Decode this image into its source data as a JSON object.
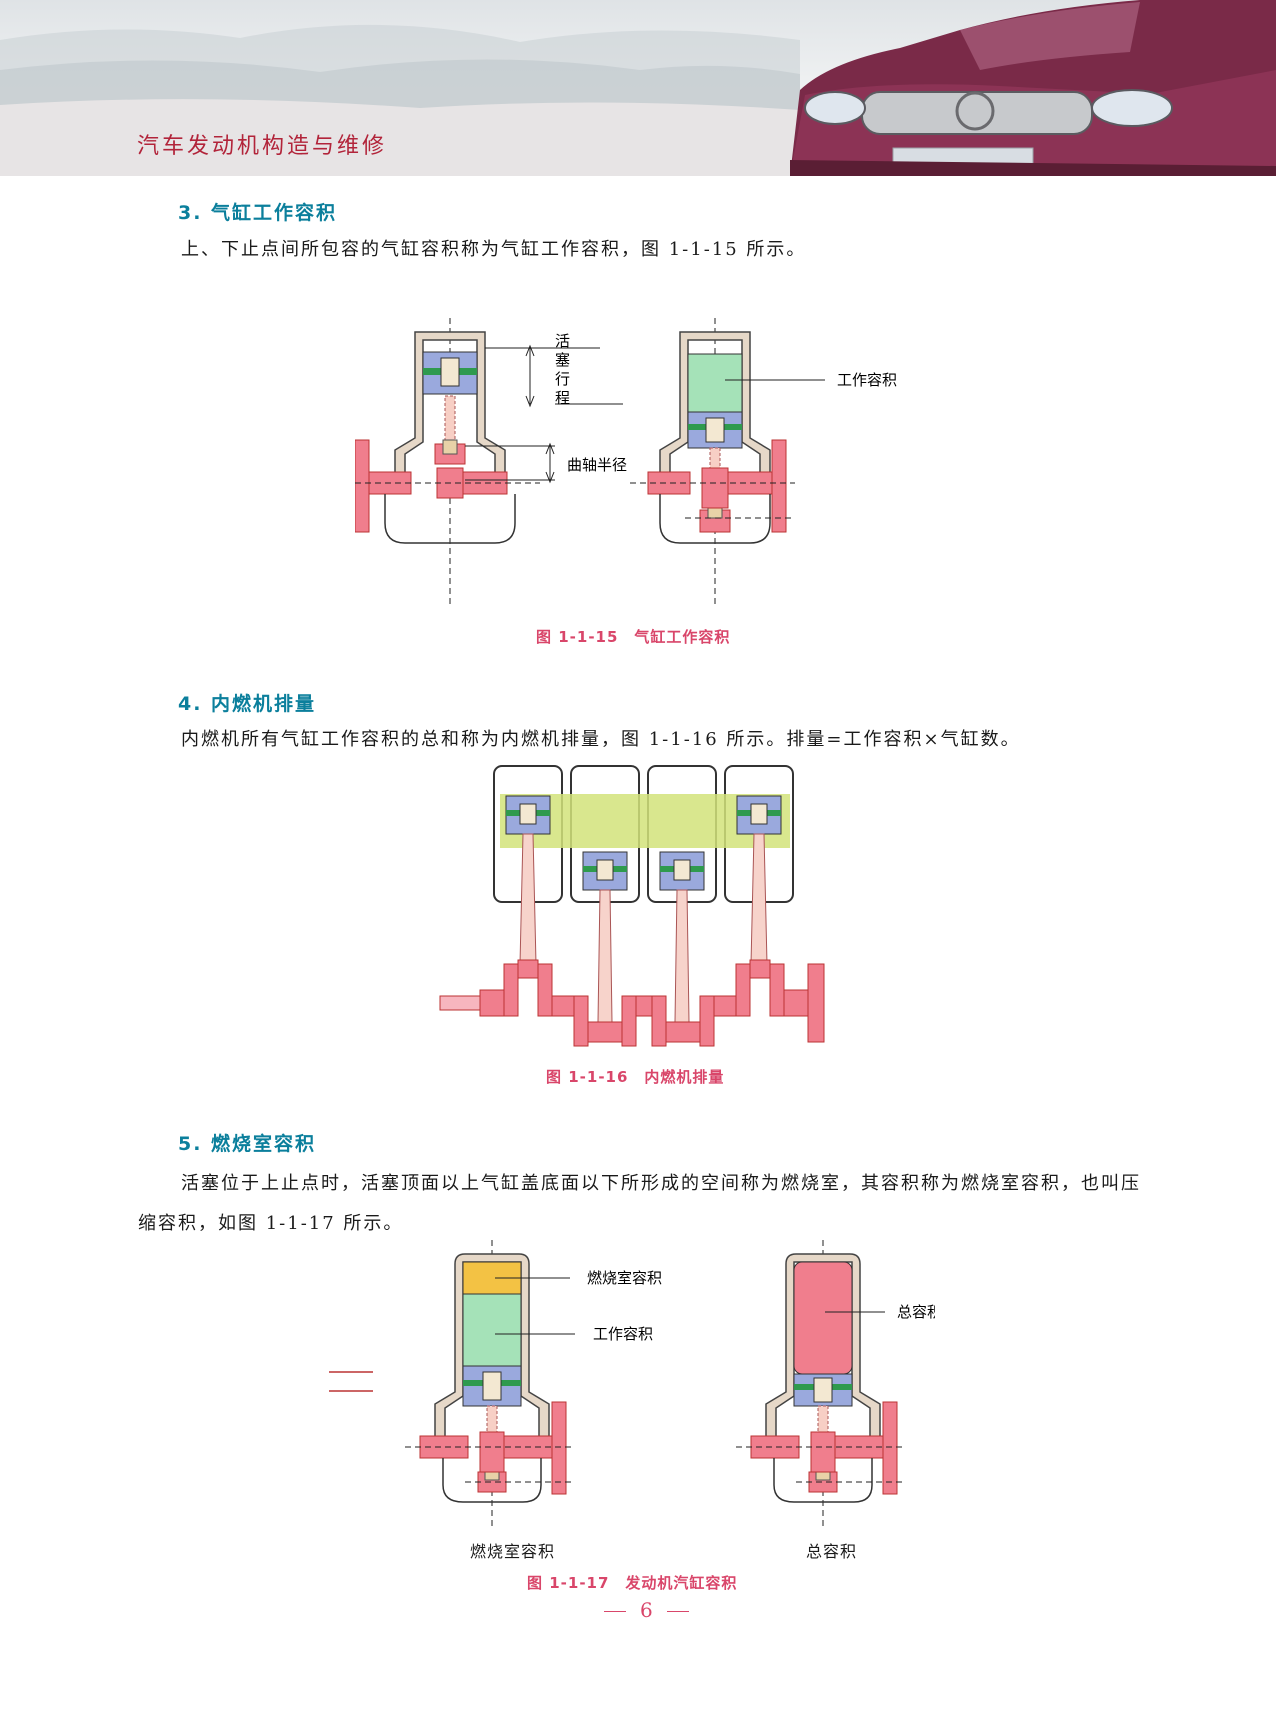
{
  "header": {
    "book_title": "汽车发动机构造与维修"
  },
  "sections": [
    {
      "title": "3. 气缸工作容积",
      "text": "上、下止点间所包容的气缸容积称为气缸工作容积，图 1-1-15 所示。"
    },
    {
      "title": "4. 内燃机排量",
      "text": "内燃机所有气缸工作容积的总和称为内燃机排量，图 1-1-16 所示。排量=工作容积×气缸数。"
    },
    {
      "title": "5. 燃烧室容积",
      "text": "活塞位于上止点时，活塞顶面以上气缸盖底面以下所形成的空间称为燃烧室，其容积称为燃烧室容积，也叫压缩容积，如图 1-1-17 所示。"
    }
  ],
  "figures": {
    "fig15": {
      "label_stroke": [
        "活",
        "塞",
        "行",
        "程"
      ],
      "label_crank_radius": "曲轴半径",
      "label_working_volume": "工作容积",
      "caption": "图 1-1-15　气缸工作容积"
    },
    "fig16": {
      "caption": "图 1-1-16　内燃机排量"
    },
    "fig17": {
      "label_combustion_chamber": "燃烧室容积",
      "label_working_volume": "工作容积",
      "label_total_volume": "总容积",
      "sub_left": "燃烧室容积",
      "sub_right": "总容积",
      "caption": "图 1-1-17　发动机汽缸容积"
    }
  },
  "page_number": "6",
  "colors": {
    "accent_title": "#0b7f9c",
    "caption": "#d9466a",
    "working_volume": "#a5e2b8",
    "combustion": "#f3c244",
    "total": "#f07e8d",
    "displacement_band": "#d2e37a"
  }
}
